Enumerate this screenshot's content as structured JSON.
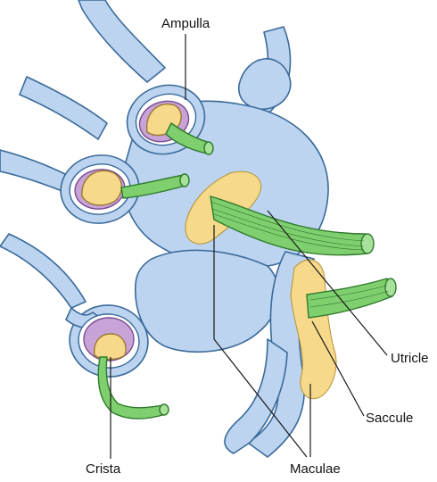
{
  "labels": {
    "ampulla": "Ampulla",
    "utricle": "Utricle",
    "saccule": "Saccule",
    "crista": "Crista",
    "maculae": "Maculae"
  },
  "colors": {
    "membrane": "#bcd4ef",
    "membrane_outline": "#3b6a9a",
    "nerve": "#7fcf6f",
    "nerve_outline": "#2f7a2c",
    "sensory_epithelium": "#f7d98b",
    "cupula": "#c8a3d8",
    "label_text": "#111111"
  }
}
